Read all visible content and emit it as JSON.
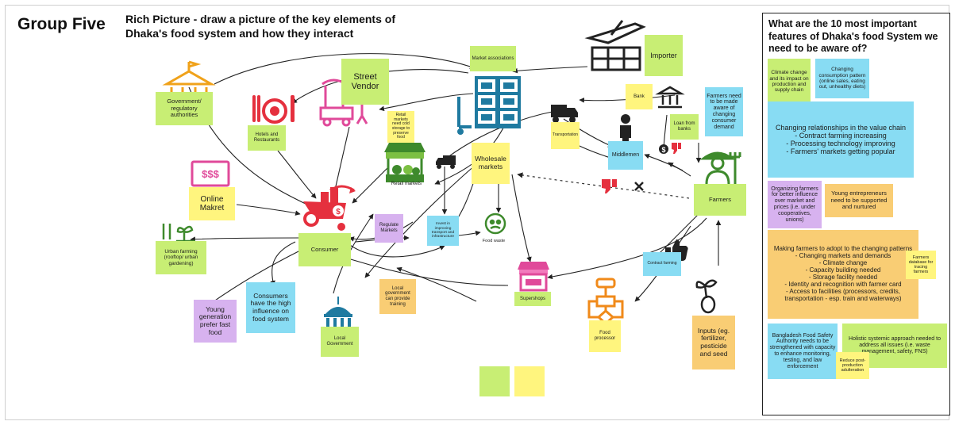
{
  "header": {
    "group": "Group Five",
    "subtitle": "Rich Picture - draw a picture of the key elements of Dhaka's food system and how they interact"
  },
  "diagram": {
    "actors": {
      "government": "Government/ regulatory authorities",
      "hotels": "Hotels and Restaurants",
      "street_vendor": "Street Vendor",
      "market_assoc": "Market associations",
      "importer": "Importer",
      "bank": "Bank",
      "loan": "Loan from banks",
      "farmers_aware": "Farmers need to be made aware of changing consumer demand",
      "retail_storage": "Retail markets need cold storage to preserve food",
      "transportation": "Transportation",
      "middlemen": "Middlemen",
      "retail_markets": "Retail markets",
      "wholesale": "Wholesale markets",
      "online": "Online Makret",
      "farmers": "Farmers",
      "urban_farming": "Urban farming (rooftop/ urban gardening)",
      "consumer": "Consumer",
      "regulate": "Regulate Markets",
      "invest": "Invest in improving transport and infrastructure",
      "food_waste": "Food waste",
      "contract_farming": "Contract farming",
      "young_gen": "Young generation prefer fast food",
      "consumers_influence": "Consumers have the high influence on food system",
      "local_gov_training": "Local government can provide training",
      "supershops": "Supershops",
      "local_government": "Local Government",
      "food_processor": "Food processor",
      "inputs": "Inputs (eg. fertilizer, pesticide and seed"
    },
    "colors": {
      "green": "#c8ee74",
      "blue": "#88dcf3",
      "yellow": "#fff57e",
      "orange": "#f9cd74",
      "purple": "#d7b2ef",
      "icon_blue": "#1f7aa0",
      "icon_red": "#e5303e",
      "icon_pink": "#e04a9a",
      "icon_orange": "#f0a21a"
    },
    "icons": [
      "government-building-icon",
      "plate-cutlery-icon",
      "street-vendor-cart-icon",
      "warehouse-shelves-icon",
      "import-plane-icon",
      "bank-icon",
      "delivery-truck-icon",
      "middleman-person-icon",
      "farmer-icon",
      "retail-stall-icon",
      "online-shop-icon",
      "shopping-cart-icon",
      "urban-plant-icon",
      "food-waste-icon",
      "thumbs-up-icon",
      "supershop-icon",
      "local-government-building-icon",
      "flowchart-icon",
      "seed-icon",
      "dollar-icon",
      "thumbs-down-icon",
      "cross-icon"
    ]
  },
  "panel": {
    "question": "What are the 10 most important features of  Dhaka's food System we need to be aware of?",
    "notes": {
      "climate": "Climate change and its impact on production and supply chain",
      "consumption": "Changing consumption pattern (online sales, eating out, unhealthy diets)",
      "relationships": [
        "Changing relationships in the value chain",
        "- Contract farming increasing",
        "- Processing technology improving",
        "- Farmers' markets getting popular"
      ],
      "organizing": "Organizing farmers for better influence over market and prices (i.e. under cooperatives, unions)",
      "young_entrepreneurs": "Young entrepreneurs need to be supported and nurtured",
      "adopt": [
        "Making farmers to adopt to the changing patterns",
        "- Changing markets and demands",
        "- Climate change",
        "- Capacity building needed",
        "- Storage facility needed",
        "- Identity and recognition with farmer card",
        "- Access to facilities (processors, credits, transportation - esp. train and waterways)"
      ],
      "farmers_db": "Farmers database for tracing farmers",
      "bfsa": "Bangladesh Food Safety Authority needs to be strengthened with capacity to enhance monitoring, testing, and law enforcement",
      "holistic": "Holistic systemic approach needed to address all issues (i.e. waste management, safety, FNS)",
      "reduce": "Reduce post-production adulteration"
    }
  }
}
